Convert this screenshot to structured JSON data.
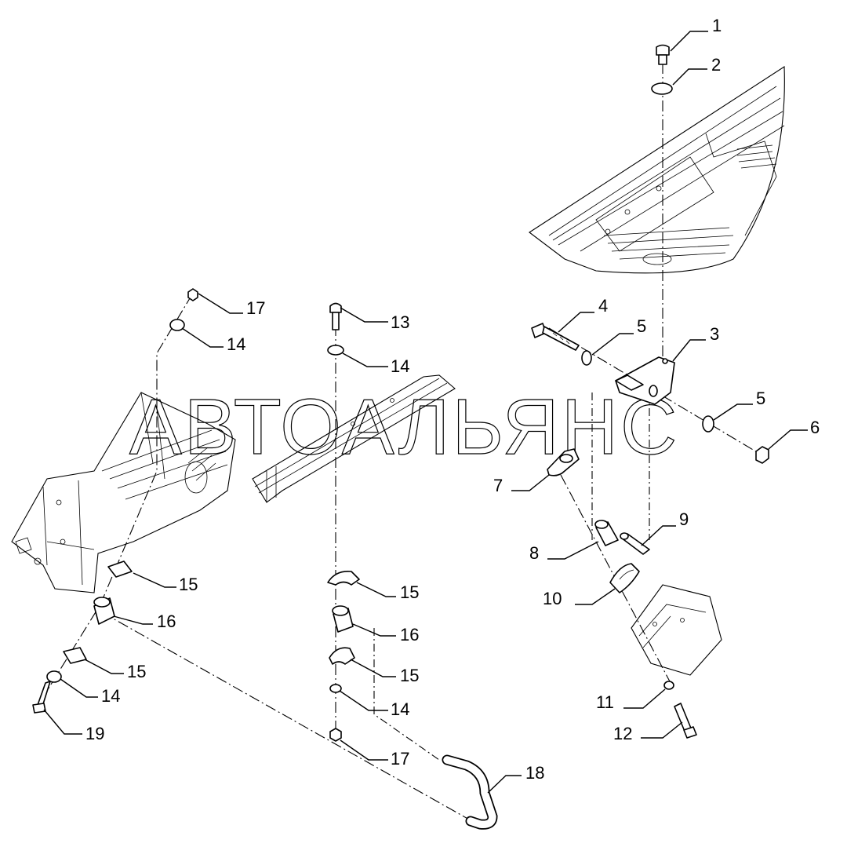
{
  "watermark": "АВТОАЛЬЯНС",
  "callouts": {
    "c1": "1",
    "c2": "2",
    "c3": "3",
    "c4": "4",
    "c5a": "5",
    "c5b": "5",
    "c6": "6",
    "c7": "7",
    "c8": "8",
    "c9": "9",
    "c10": "10",
    "c11": "11",
    "c12": "12",
    "c13": "13",
    "c14a": "14",
    "c14b": "14",
    "c14c": "14",
    "c14d": "14",
    "c15a": "15",
    "c15b": "15",
    "c15c": "15",
    "c15d": "15",
    "c16a": "16",
    "c16b": "16",
    "c17a": "17",
    "c17b": "17",
    "c18": "18",
    "c19": "19"
  }
}
